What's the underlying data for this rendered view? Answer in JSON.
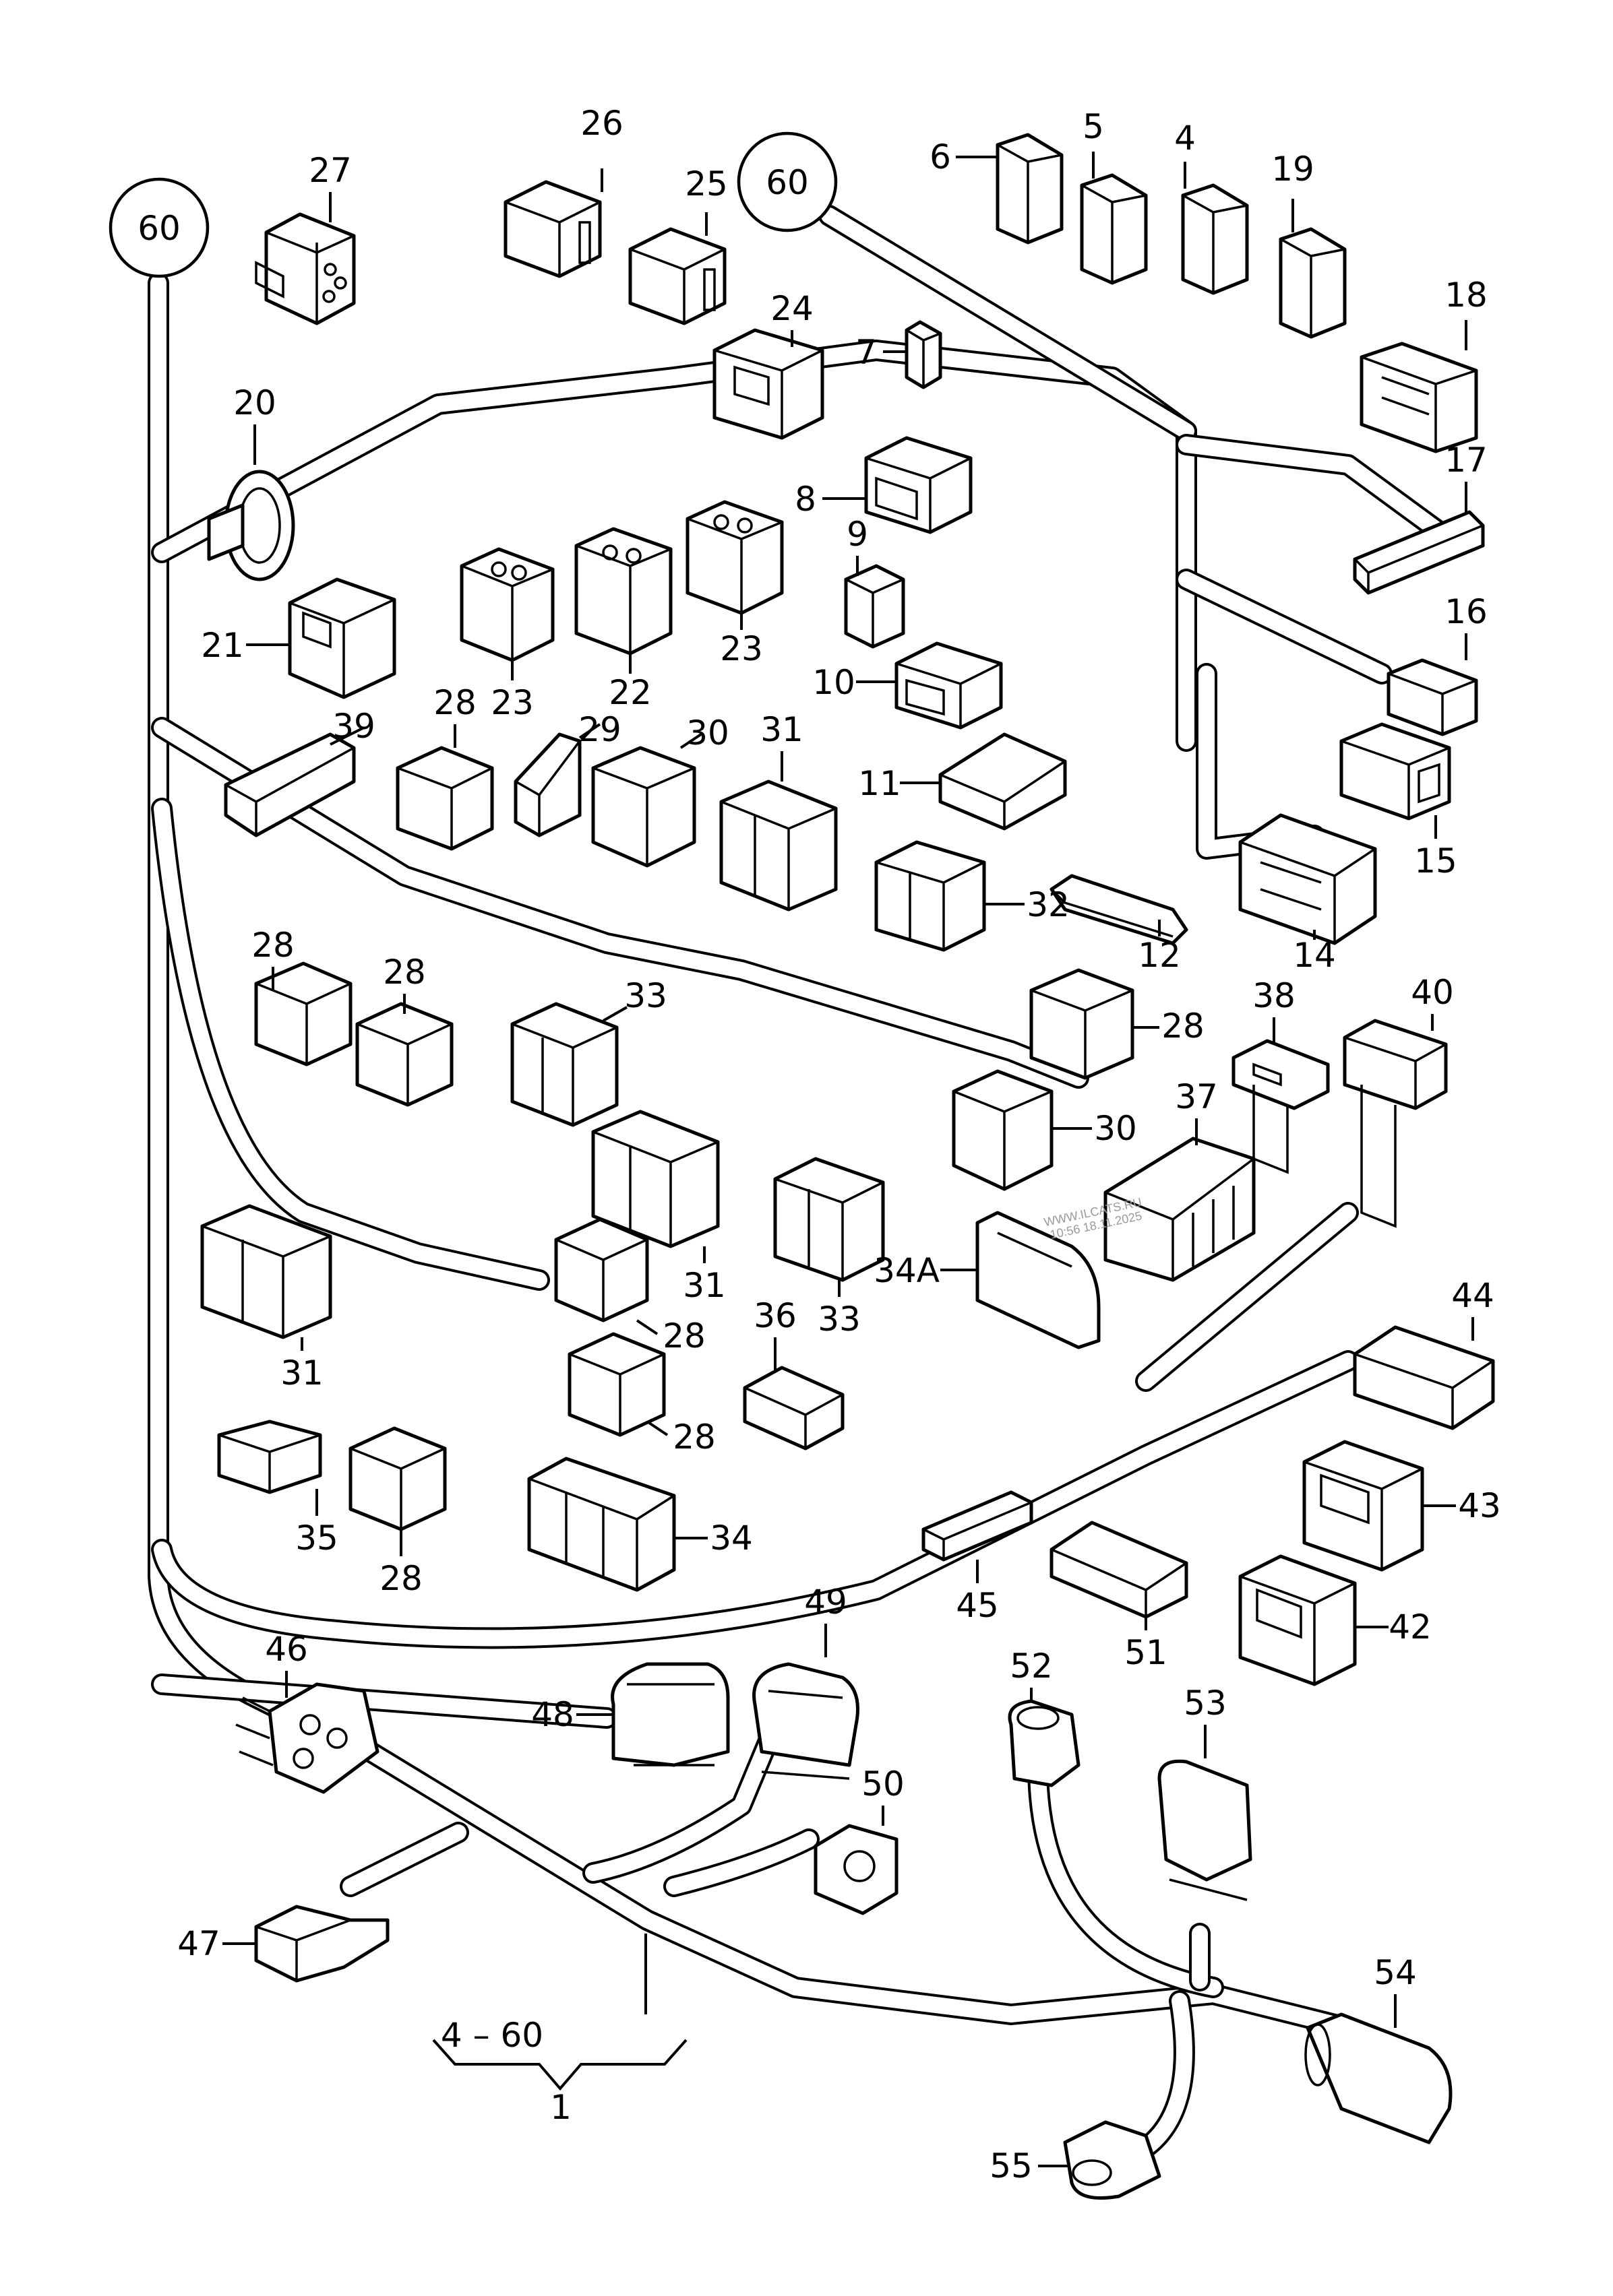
{
  "diagram": {
    "title": "Wiring harness connectors exploded view",
    "assembly_label": "1",
    "range_label": "4 – 60",
    "reference_circles": [
      {
        "id": "ref-left",
        "label": "60"
      },
      {
        "id": "ref-top",
        "label": "60"
      }
    ],
    "watermark": {
      "line1": "WWW.ILCATS.RU",
      "line2": "10:56 18.11.2025"
    },
    "callouts": [
      {
        "label": "27"
      },
      {
        "label": "26"
      },
      {
        "label": "25"
      },
      {
        "label": "24"
      },
      {
        "label": "6"
      },
      {
        "label": "5"
      },
      {
        "label": "4"
      },
      {
        "label": "19"
      },
      {
        "label": "18"
      },
      {
        "label": "7"
      },
      {
        "label": "20"
      },
      {
        "label": "8"
      },
      {
        "label": "17"
      },
      {
        "label": "9"
      },
      {
        "label": "21"
      },
      {
        "label": "23"
      },
      {
        "label": "22"
      },
      {
        "label": "23"
      },
      {
        "label": "16"
      },
      {
        "label": "10"
      },
      {
        "label": "39"
      },
      {
        "label": "28"
      },
      {
        "label": "29"
      },
      {
        "label": "30"
      },
      {
        "label": "31"
      },
      {
        "label": "11"
      },
      {
        "label": "15"
      },
      {
        "label": "32"
      },
      {
        "label": "12"
      },
      {
        "label": "14"
      },
      {
        "label": "28"
      },
      {
        "label": "28"
      },
      {
        "label": "33"
      },
      {
        "label": "28"
      },
      {
        "label": "38"
      },
      {
        "label": "40"
      },
      {
        "label": "37"
      },
      {
        "label": "30"
      },
      {
        "label": "31"
      },
      {
        "label": "33"
      },
      {
        "label": "34A"
      },
      {
        "label": "31"
      },
      {
        "label": "28"
      },
      {
        "label": "36"
      },
      {
        "label": "44"
      },
      {
        "label": "28"
      },
      {
        "label": "35"
      },
      {
        "label": "34"
      },
      {
        "label": "28"
      },
      {
        "label": "43"
      },
      {
        "label": "45"
      },
      {
        "label": "51"
      },
      {
        "label": "42"
      },
      {
        "label": "46"
      },
      {
        "label": "49"
      },
      {
        "label": "48"
      },
      {
        "label": "52"
      },
      {
        "label": "53"
      },
      {
        "label": "50"
      },
      {
        "label": "47"
      },
      {
        "label": "54"
      },
      {
        "label": "55"
      }
    ]
  }
}
